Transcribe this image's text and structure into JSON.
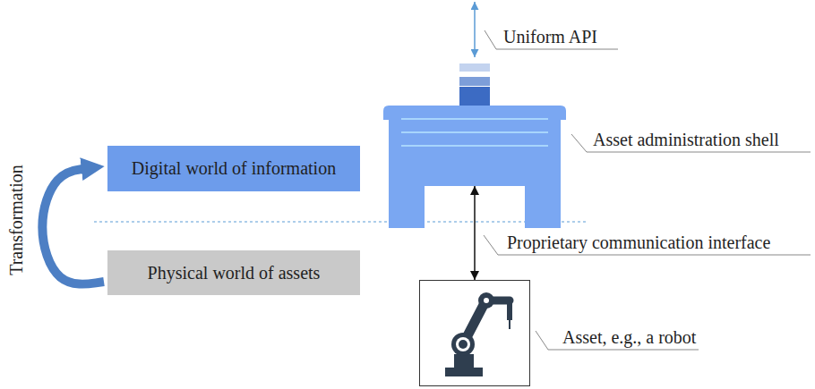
{
  "diagram": {
    "nodes": [
      {
        "text": [
          "Asset administration shell"
        ]
      },
      {
        "text": [
          "Digital world of information"
        ]
      },
      {
        "text": [
          "Physical world of assets"
        ]
      },
      {
        "text": [
          "Asset, e.g., a robot"
        ]
      }
    ],
    "edges": [
      {
        "from": 2,
        "to": 1,
        "arrow": "to",
        "label": "Transformation"
      },
      {
        "from": 0,
        "to": 3,
        "arrow": "both",
        "label": "Proprietary communication interface"
      }
    ],
    "labels": [
      "Uniform API"
    ]
  }
}
